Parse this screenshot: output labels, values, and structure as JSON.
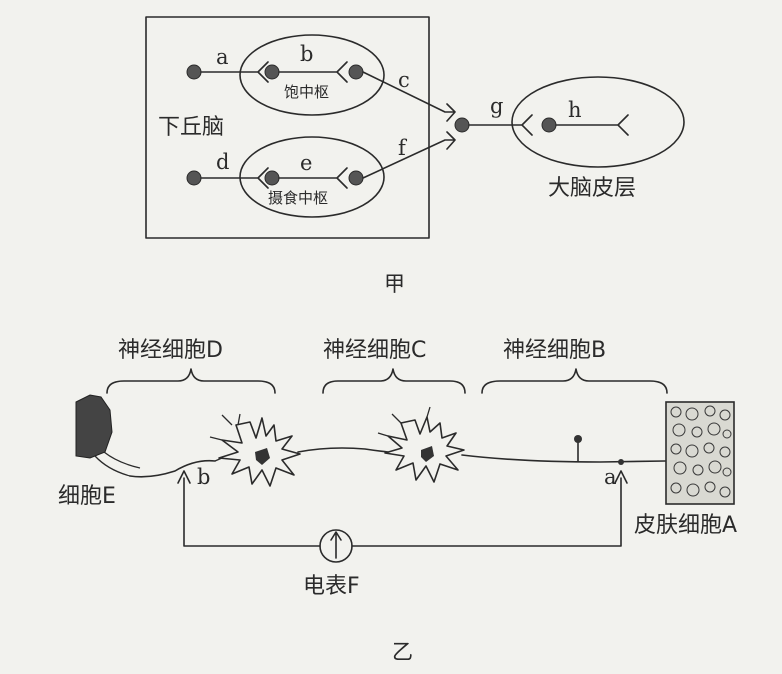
{
  "panel_jia": {
    "caption": "甲",
    "hypothalamus": "下丘脑",
    "satiety_center": "饱中枢",
    "feeding_center": "摄食中枢",
    "cortex": "大脑皮层",
    "labels": {
      "a": "a",
      "b": "b",
      "c": "c",
      "d": "d",
      "e": "e",
      "f": "f",
      "g": "g",
      "h": "h"
    }
  },
  "panel_yi": {
    "caption": "乙",
    "neuron_d": "神经细胞D",
    "neuron_c": "神经细胞C",
    "neuron_b": "神经细胞B",
    "cell_e": "细胞E",
    "skin_a": "皮肤细胞A",
    "meter": "电表F",
    "point_a": "a",
    "point_b": "b"
  }
}
